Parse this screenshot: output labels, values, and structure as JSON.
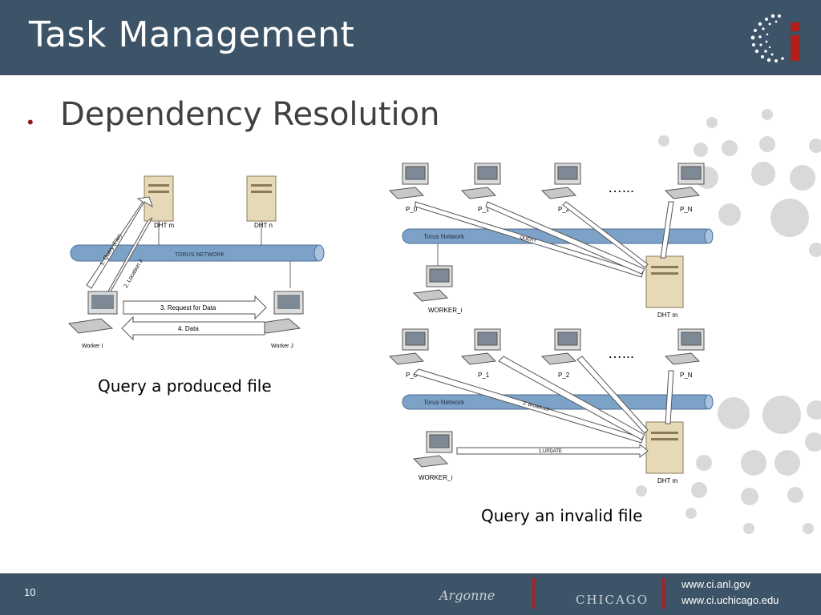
{
  "header": {
    "title": "Task Management",
    "logo_icon": "ci-logo-icon"
  },
  "content": {
    "bullet": "Dependency Resolution"
  },
  "diagram_left": {
    "nodes": {
      "dht_m": "DHT m",
      "dht_n": "DHT n",
      "worker_i": "Worker I",
      "worker_j": "Worker J"
    },
    "network": "TORUS NETWORK",
    "arrows": {
      "query": "1. Query (File)",
      "location": "2. Location J",
      "request": "3. Request for Data",
      "data": "4. Data"
    },
    "caption": "Query a produced file"
  },
  "diagram_top_right": {
    "nodes": {
      "p0": "P_0",
      "p1": "P_1",
      "p2": "P_2",
      "pn": "P_N",
      "worker": "WORKER_i",
      "dht": "DHT m"
    },
    "ellipsis": "…...",
    "network": "Torus Network",
    "query_label": "QUERY"
  },
  "diagram_bottom_right": {
    "nodes": {
      "p0": "P_0",
      "p1": "P_1",
      "p2": "P_2",
      "pn": "P_N",
      "worker": "WORKER_i",
      "dht": "DHT m"
    },
    "ellipsis": "…...",
    "network": "Torus Network",
    "broadcast_label": "2. Broadcast",
    "update_label": "1.UPDATE",
    "caption": "Query an invalid file"
  },
  "footer": {
    "page_number": "10",
    "argonne": "Argonne",
    "uchicago": "CHICAGO",
    "url1": "www.ci.anl.gov",
    "url2": "www.ci.uchicago.edu"
  },
  "colors": {
    "header_bg": "#3d5468",
    "accent_red": "#b01e1e",
    "pipe_blue": "#7da2c8",
    "dot_gray": "#d6d6d6"
  }
}
